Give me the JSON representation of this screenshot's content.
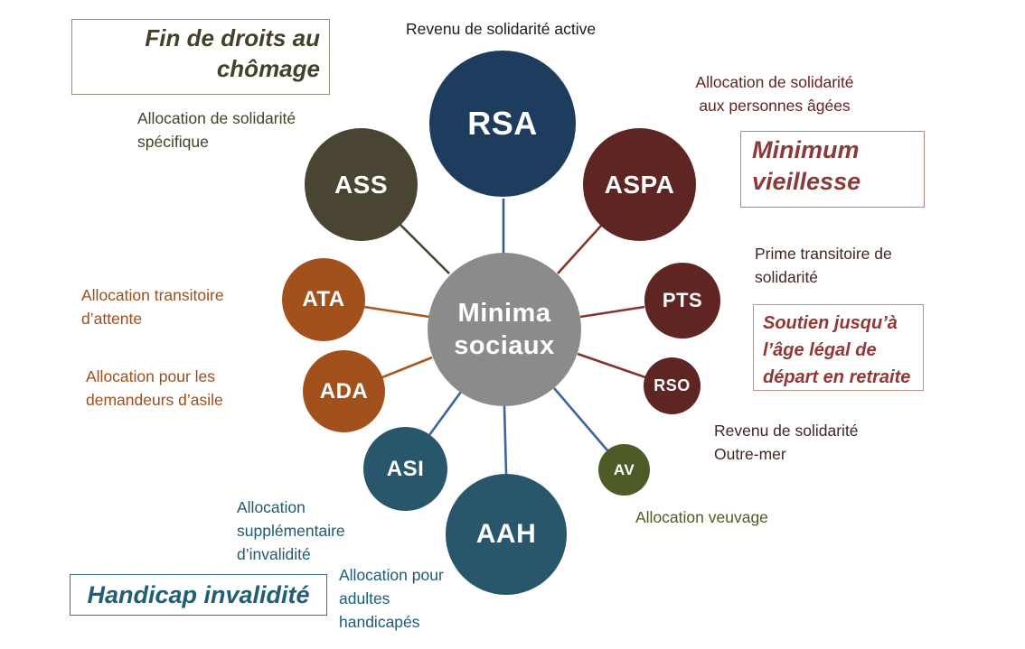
{
  "diagram_title": "Minima sociaux",
  "center": {
    "label": "Minima\nsociaux",
    "color": "#8b8b8b"
  },
  "nodes": [
    {
      "abbr": "RSA",
      "name": "Revenu de solidarité active",
      "color": "#1d3c5e"
    },
    {
      "abbr": "ASS",
      "name": "Allocation de solidarité\nspécifique",
      "color": "#494532"
    },
    {
      "abbr": "ASPA",
      "name": "Allocation de solidarité\naux personnes âgées",
      "color": "#5f2523"
    },
    {
      "abbr": "ATA",
      "name": "Allocation transitoire\nd’attente",
      "color": "#a2511d"
    },
    {
      "abbr": "PTS",
      "name": "Prime transitoire de\nsolidarité",
      "color": "#5f2523"
    },
    {
      "abbr": "ADA",
      "name": "Allocation pour les\ndemandeurs d’asile",
      "color": "#a2511d"
    },
    {
      "abbr": "RSO",
      "name": "Revenu de solidarité\nOutre-mer",
      "color": "#5f2523"
    },
    {
      "abbr": "ASI",
      "name": "Allocation\nsupplémentaire\nd’invalidité",
      "color": "#28566a"
    },
    {
      "abbr": "AV",
      "name": "Allocation veuvage",
      "color": "#4e5b27"
    },
    {
      "abbr": "AAH",
      "name": "Allocation pour\nadultes\nhandicapés",
      "color": "#28566a"
    }
  ],
  "callouts": {
    "chomage": {
      "text": "Fin de droits au\nchômage",
      "color": "#43412b"
    },
    "vieillesse": {
      "text": "Minimum\nvieillesse",
      "color": "#8b3a38"
    },
    "retraite": {
      "text": "Soutien jusqu’à\nl’âge légal de\ndépart en retraite",
      "color": "#943634"
    },
    "handicap": {
      "text": "Handicap invalidité",
      "color": "#1f5e74"
    }
  },
  "palette": {
    "navy": "#1d3c5e",
    "maroon": "#5f2523",
    "dark_olive": "#494532",
    "burnt_orange": "#a2511d",
    "teal": "#28566a",
    "olive_green": "#4e5b27",
    "hub_gray": "#8b8b8b",
    "blue_connector": "#3c64a0",
    "maroon_connector": "#84352f",
    "dark_maroon_text": "#402724",
    "background": "#ffffff"
  }
}
